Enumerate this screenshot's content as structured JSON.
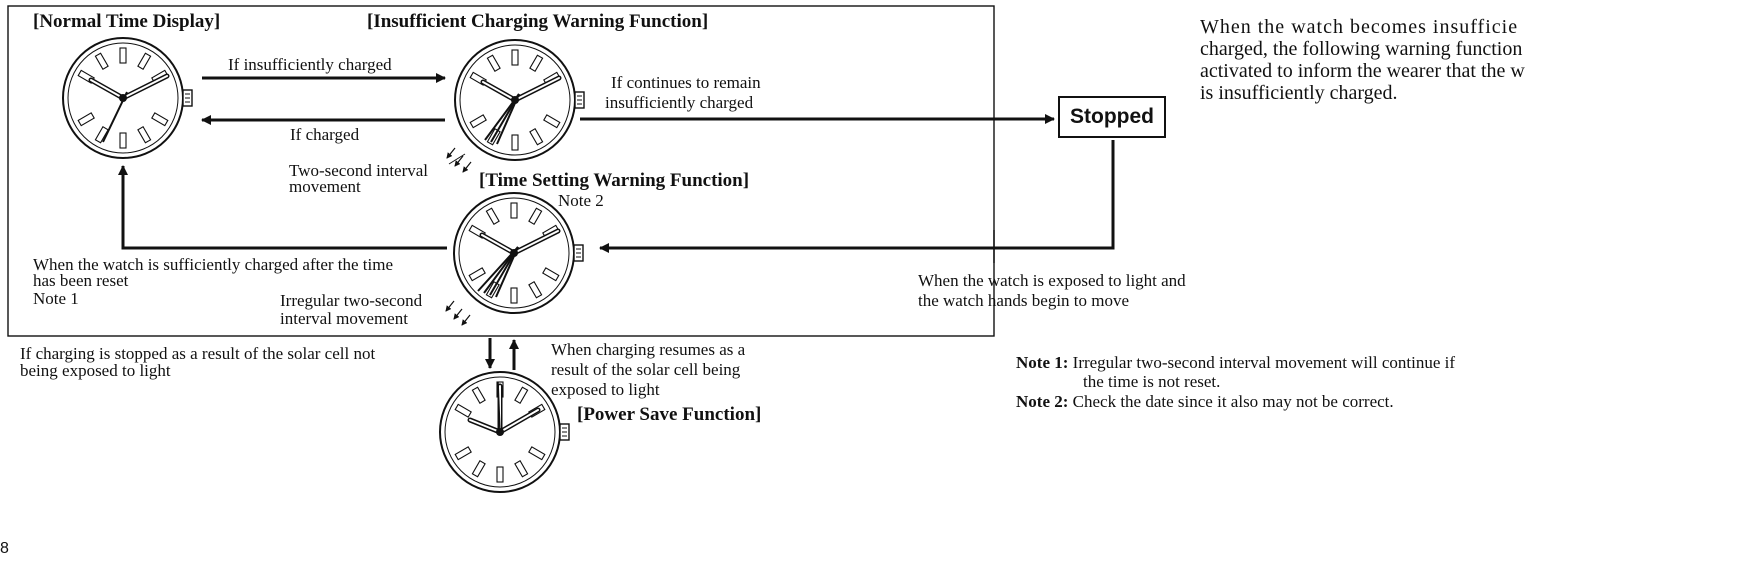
{
  "headings": {
    "normal": "[Normal Time Display]",
    "insufficient": "[Insufficient Charging Warning Function]",
    "time_setting": "[Time Setting Warning Function]",
    "power_save": "[Power Save Function]"
  },
  "states": {
    "stopped": "Stopped"
  },
  "labels": {
    "if_insufficiently_charged": "If insufficiently charged",
    "if_charged": "If charged",
    "continues_line1": "If continues to remain",
    "continues_line2": "insufficiently charged",
    "two_second_line1": "Two-second interval",
    "two_second_line2": "movement",
    "note2_marker": "Note 2",
    "sufficient_line1": "When the watch is sufficiently charged after the time",
    "sufficient_line2": "has been reset",
    "note1_marker": "Note 1",
    "irregular_line1": "Irregular two-second",
    "irregular_line2": "interval movement",
    "exposed_line1": "When the watch is exposed to light and",
    "exposed_line2": "the watch hands begin to move",
    "charging_stopped_line1": "If charging is stopped as a result of the solar cell not",
    "charging_stopped_line2": "being exposed to light",
    "charging_resumes_line1": "When charging resumes as a",
    "charging_resumes_line2": "result of the solar cell being",
    "charging_resumes_line3": "exposed to light"
  },
  "intro": {
    "line1": "When the watch becomes insufficie",
    "line2": "charged, the following warning function",
    "line3": "activated to inform the wearer that the w",
    "line4": "is insufficiently charged."
  },
  "notes": {
    "note1_label": "Note 1:",
    "note1_line1": "Irregular two-second interval movement will continue if",
    "note1_line2": "the time is not reset.",
    "note2_label": "Note 2:",
    "note2_text": "Check the date since it also may not be correct."
  },
  "page_number": "8",
  "colors": {
    "ink": "#111111",
    "background": "#ffffff"
  }
}
